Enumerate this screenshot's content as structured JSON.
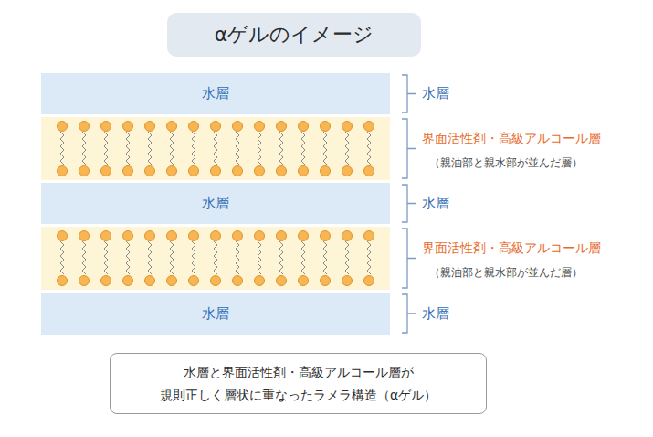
{
  "diagram": {
    "title": "αゲルのイメージ",
    "caption": "水層と界面活性剤・高級アルコール層が 規則正しく層状に重なったラメラ構造（αゲル）",
    "nodes": [
      {
        "text": [
          "水層"
        ]
      },
      {
        "text": [
          "水層"
        ]
      },
      {
        "text": [
          "水層"
        ]
      }
    ],
    "labels": [
      "水層",
      "界面活性剤・高級アルコール層",
      "（親油部と親水部が並んだ層）",
      "水層",
      "界面活性剤・高級アルコール層",
      "（親油部と親水部が並んだ層）",
      "水層"
    ]
  }
}
